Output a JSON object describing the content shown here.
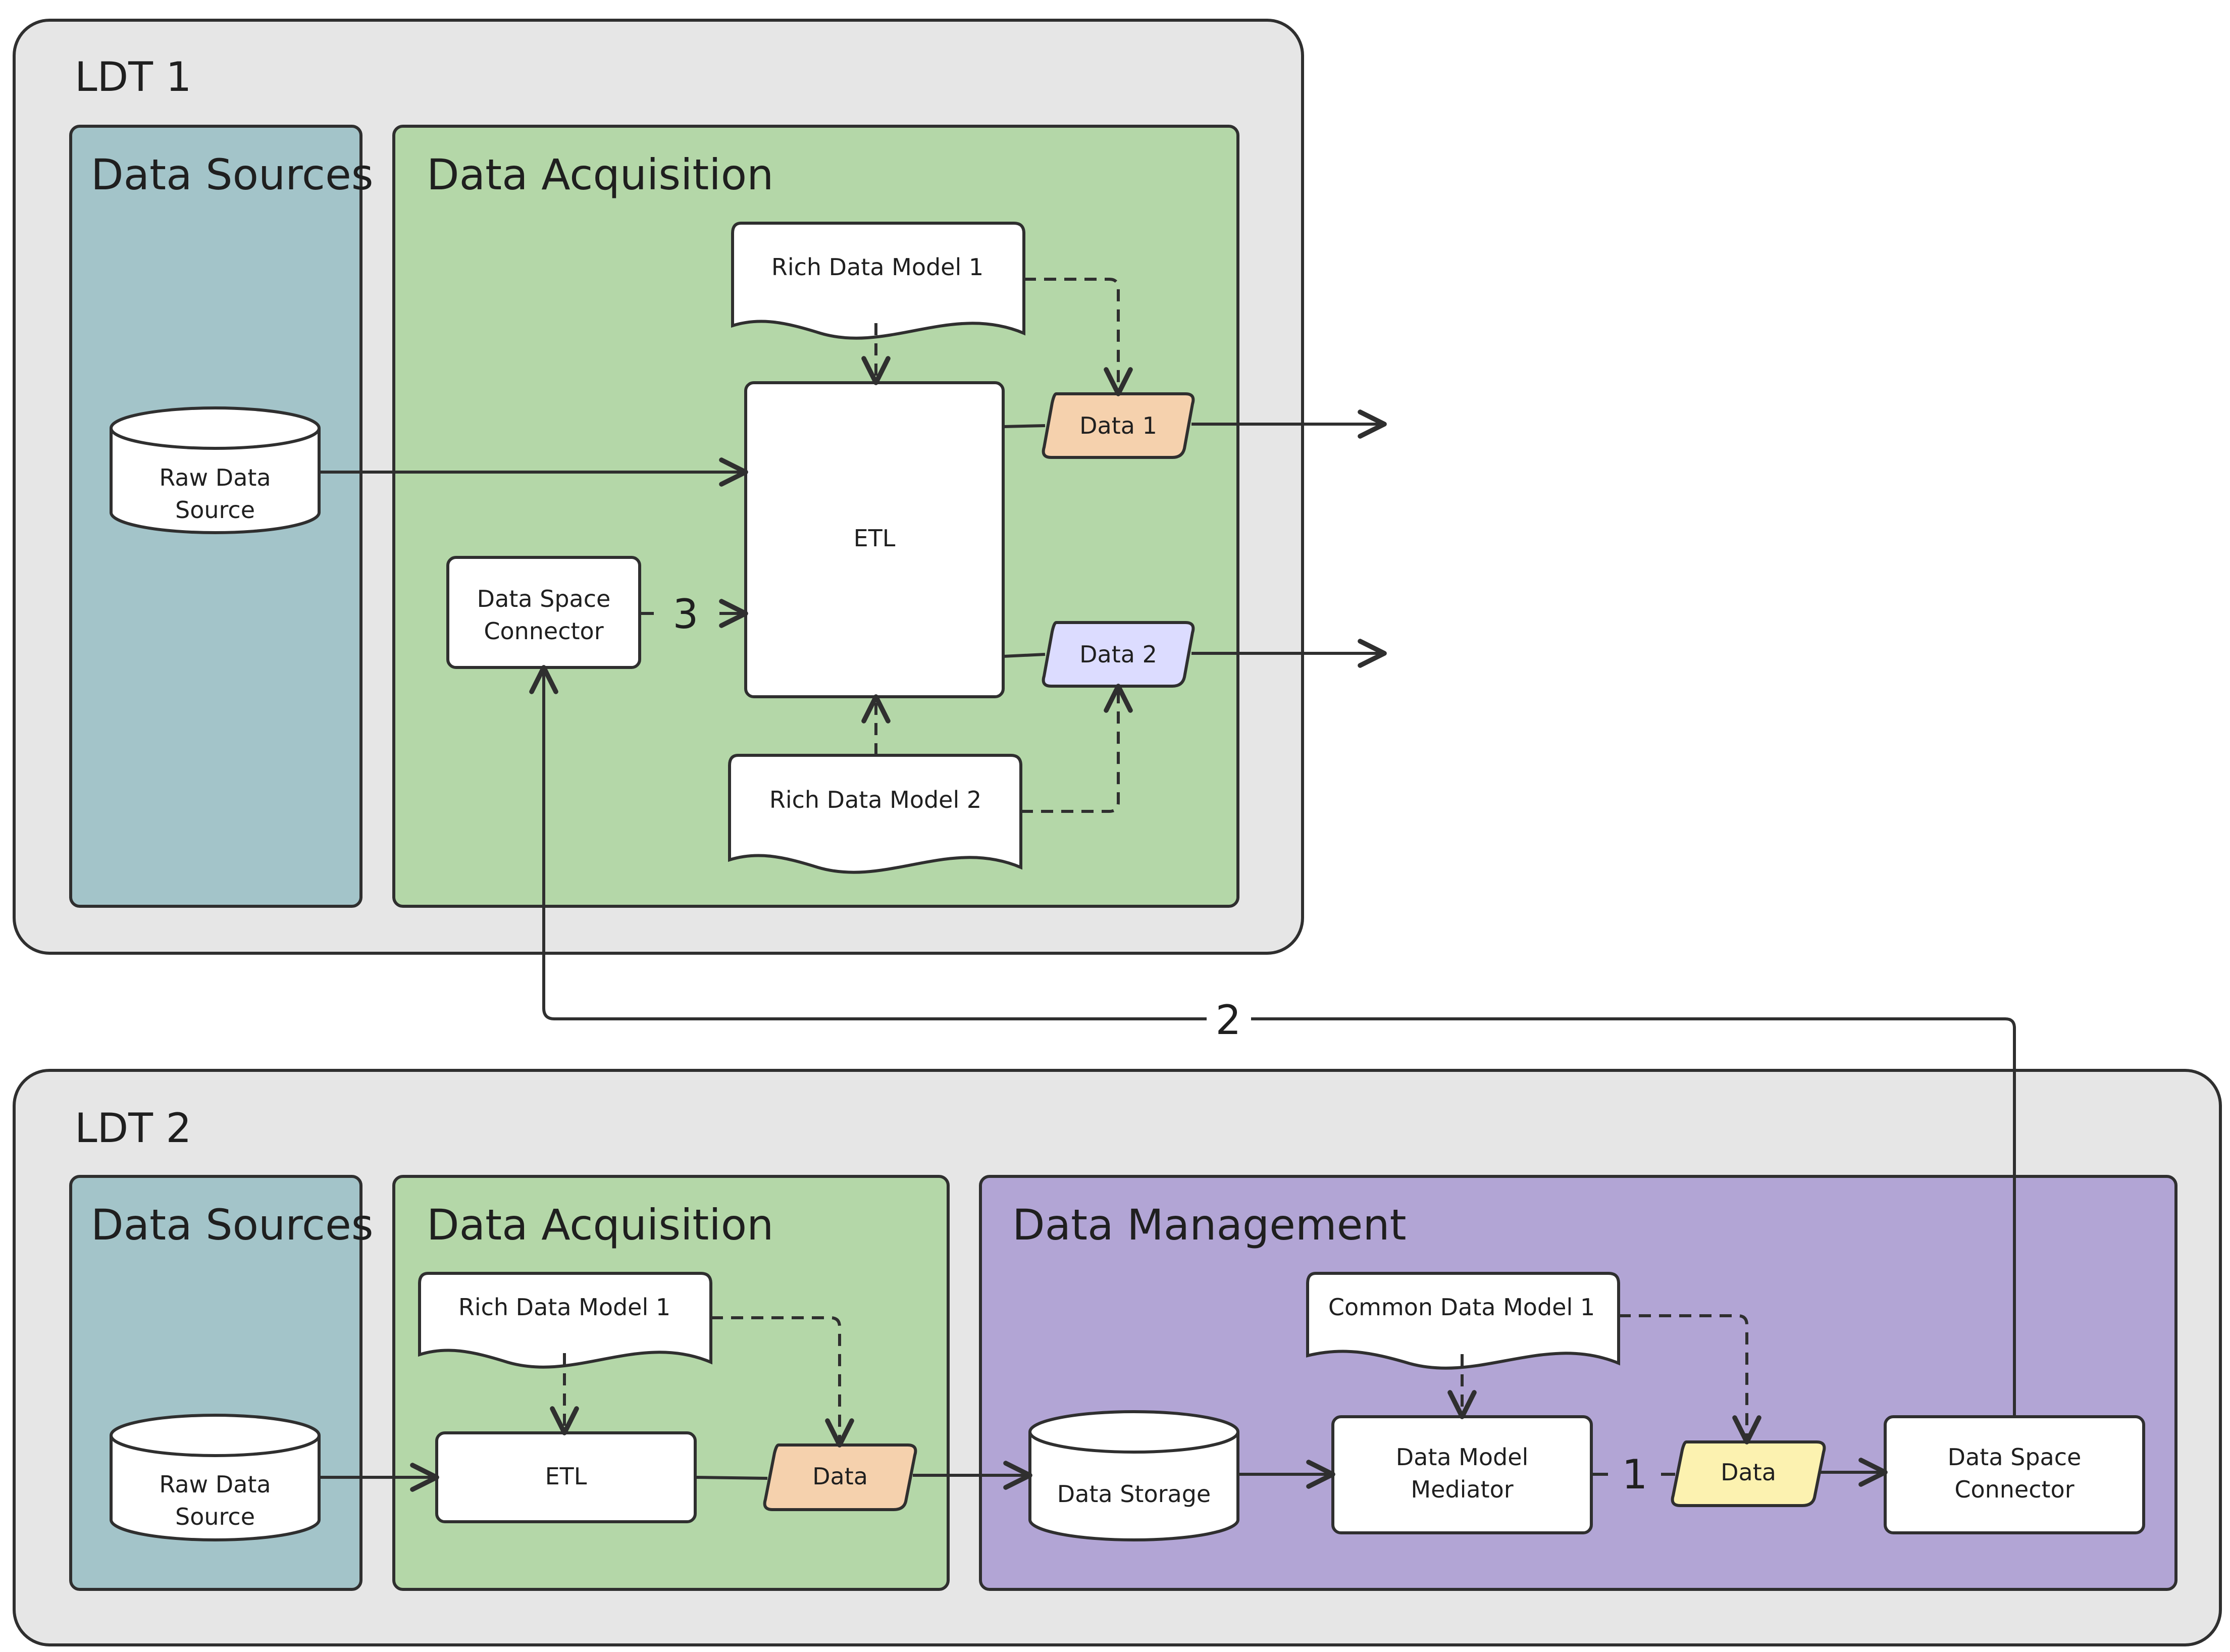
{
  "colors": {
    "ldt_background": "#e6e6e6",
    "data_sources": "#a3c4c9",
    "data_acquisition": "#b4d7a8",
    "data_management": "#b2a5d5",
    "data_orange": "#f5d1ad",
    "data_lavender": "#dcdcff",
    "data_yellow": "#fcf2b0",
    "node_white": "#ffffff",
    "stroke": "#2f2f2f"
  },
  "ldt1": {
    "title": "LDT 1",
    "data_sources": {
      "title": "Data Sources",
      "raw_data_source": [
        "Raw Data",
        "Source"
      ]
    },
    "data_acquisition": {
      "title": "Data Acquisition",
      "rich_data_model_1": "Rich Data Model 1",
      "rich_data_model_2": "Rich Data Model 2",
      "etl": "ETL",
      "data_1": "Data 1",
      "data_2": "Data 2",
      "data_space_connector": [
        "Data Space",
        "Connector"
      ]
    }
  },
  "ldt2": {
    "title": "LDT 2",
    "data_sources": {
      "title": "Data Sources",
      "raw_data_source": [
        "Raw Data",
        "Source"
      ]
    },
    "data_acquisition": {
      "title": "Data Acquisition",
      "rich_data_model_1": "Rich Data Model 1",
      "etl": "ETL",
      "data": "Data"
    },
    "data_management": {
      "title": "Data Management",
      "common_data_model_1": "Common Data Model 1",
      "data_storage": "Data Storage",
      "data_model_mediator": [
        "Data Model",
        "Mediator"
      ],
      "data": "Data",
      "data_space_connector": [
        "Data Space",
        "Connector"
      ]
    }
  },
  "edge_labels": {
    "step_1": "1",
    "step_2": "2",
    "step_3": "3"
  }
}
